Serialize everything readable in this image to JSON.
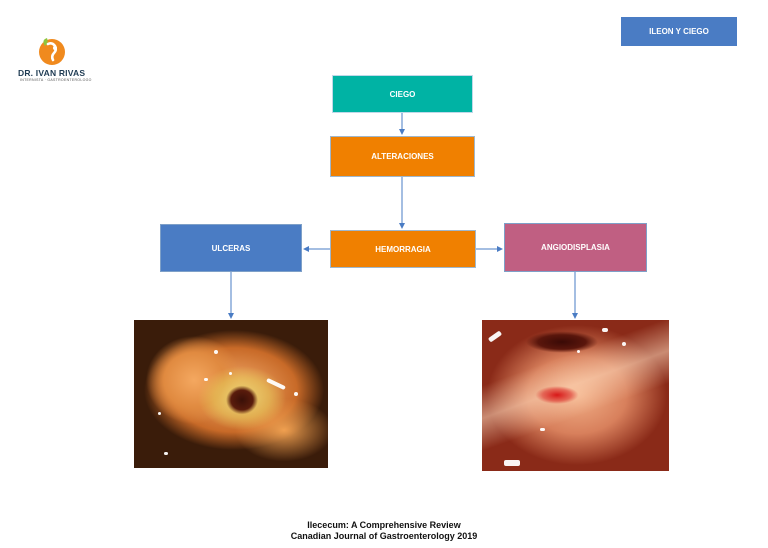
{
  "logo": {
    "name": "DR. IVAN RIVAS",
    "subtitle": "INTERNISTA · GASTROENTEROLOGO"
  },
  "section_tag": "ILEON Y CIEGO",
  "diagram": {
    "nodes": {
      "ciego": "CIEGO",
      "alteraciones": "ALTERACIONES",
      "hemorragia": "HEMORRAGIA",
      "ulceras": "ULCERAS",
      "angiodisplasia": "ANGIODISPLASIA"
    },
    "edges": [
      [
        "ciego",
        "alteraciones"
      ],
      [
        "alteraciones",
        "hemorragia"
      ],
      [
        "hemorragia",
        "ulceras"
      ],
      [
        "hemorragia",
        "angiodisplasia"
      ],
      [
        "ulceras",
        "ulcer-endoscopy-image"
      ],
      [
        "angiodisplasia",
        "angiodysplasia-endoscopy-image"
      ]
    ],
    "colors": {
      "ciego": "#00b3a4",
      "alteraciones": "#f08000",
      "hemorragia": "#f08000",
      "ulceras": "#4a7cc4",
      "angiodisplasia": "#c05f82",
      "section_tag": "#4a7cc4",
      "arrow": "#4a7cc4"
    }
  },
  "caption": {
    "line1": "Ilececum: A Comprehensive Review",
    "line2": "Canadian Journal of Gastroenterology 2019"
  }
}
